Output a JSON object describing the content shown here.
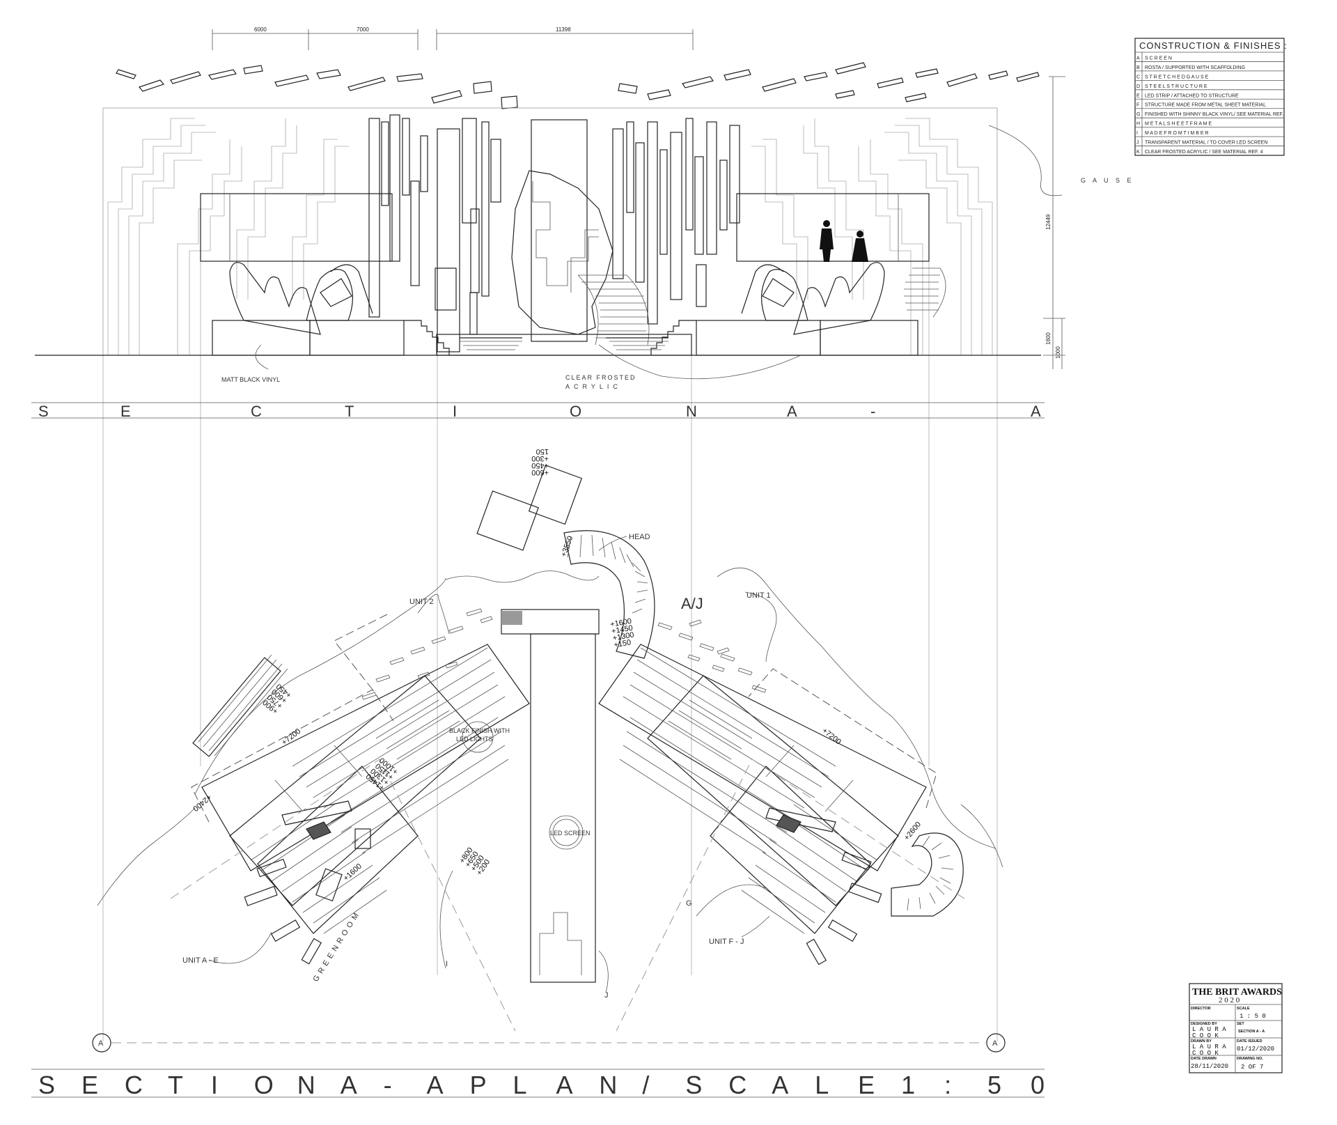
{
  "section": {
    "banner": [
      "S",
      "E",
      "C",
      "T",
      "I",
      "O",
      "N",
      "A",
      "-",
      "A"
    ],
    "dimensions_top": [
      "6000",
      "7000",
      "11398"
    ],
    "dimensions_side": [
      "12449",
      "1600",
      "1000"
    ],
    "labels": {
      "matt_black_vinyl": "MATT BLACK VINYL",
      "clear_frosted_line1": "CLEAR FROSTED",
      "clear_frosted_line2": "ACRYLIC",
      "gause": "G A U S E"
    }
  },
  "legend": {
    "title": "CONSTRUCTION & FINISHES :",
    "rows": [
      {
        "key": "A",
        "text": "S C R E E N"
      },
      {
        "key": "B",
        "text": "ROSTA / SUPPORTED WITH SCAFFOLDING"
      },
      {
        "key": "C",
        "text": "S T R E T C H E D   G A U S E"
      },
      {
        "key": "D",
        "text": "S T E E L   S T R U C T U R E"
      },
      {
        "key": "E",
        "text": "LED STRIP / ATTACHED TO STRUCTURE"
      },
      {
        "key": "F",
        "text": "STRUCTURE MADE FROM METAL SHEET MATERIAL"
      },
      {
        "key": "G",
        "text": "FINISHED WITH SHINNY BLACK VINYL/ SEE MATERIAL REF."
      },
      {
        "key": "H",
        "text": "M E T A L   S H E E T   F R A M E"
      },
      {
        "key": "I",
        "text": "M A D E   F R O M   T I M B E R"
      },
      {
        "key": "J",
        "text": "TRANSPARENT MATERIAL / TO COVER LED SCREEN"
      },
      {
        "key": "K",
        "text": "CLEAR FROSTED ACRYLIC / SEE MATERIAL REF. 4"
      }
    ]
  },
  "plan": {
    "banner": [
      "S",
      "E",
      "C",
      "T",
      "I",
      "O",
      "N",
      "A",
      "-",
      "A",
      "P",
      "L",
      "A",
      "N",
      "/",
      "S",
      "C",
      "A",
      "L",
      "E",
      "1",
      ":",
      "5",
      "0"
    ],
    "labels": {
      "head": "HEAD",
      "aj": "A/J",
      "unit2": "UNIT 2",
      "unit1": "UNIT 1",
      "unit_ae": "UNIT A - E",
      "unit_fj": "UNIT F - J",
      "green_room": "G R E E N   R O O M",
      "led_screen": "LED SCREEN",
      "black_finish_line1": "BLACK FINISH WITH",
      "black_finish_line2": "LED LIGHTS",
      "g": "G",
      "i": "I",
      "j": "J",
      "grid_a": "A"
    },
    "levels": {
      "plus3550": "+3550",
      "plus7200_left": "+7200",
      "plus7200_right": "+7200",
      "plus1600": "+1600",
      "plus2600": "+2600",
      "stair_head": [
        "+600",
        "+450",
        "+300",
        "150"
      ],
      "stair_aj": [
        "+1600",
        "+1450",
        "+1300",
        "+150"
      ],
      "stair_left": [
        "+1450",
        "+1300",
        "+1150",
        "+1000"
      ],
      "stair_green": [
        "+800",
        "+650",
        "+500",
        "+200"
      ],
      "stair_unit2": [
        "+900",
        "+750",
        "+600",
        "+450"
      ],
      "stair_unit2_base": "+2400"
    }
  },
  "title_block": {
    "title": "THE BRIT AWARDS",
    "year": "2 0 2 0",
    "director_label": "DIRECTOR",
    "scale_label": "SCALE",
    "scale_value": "1 : 5 0",
    "designed_label": "DESIGNED BY",
    "designed_value_1": "L A U R A",
    "designed_value_2": "C O O K",
    "set_label": "SET",
    "set_value": "SECTION A - A",
    "drawn_label": "DRAWN BY",
    "drawn_value_1": "L A U R A",
    "drawn_value_2": "C O O K",
    "date_issued_label": "DATE ISSUED",
    "date_issued_value": "01/12/2020",
    "date_drawn_label": "DATE DRAWN",
    "date_drawn_value": "28/11/2020",
    "drawing_no_label": "DRAWING NO.",
    "drawing_no_value": "2 OF 7"
  }
}
